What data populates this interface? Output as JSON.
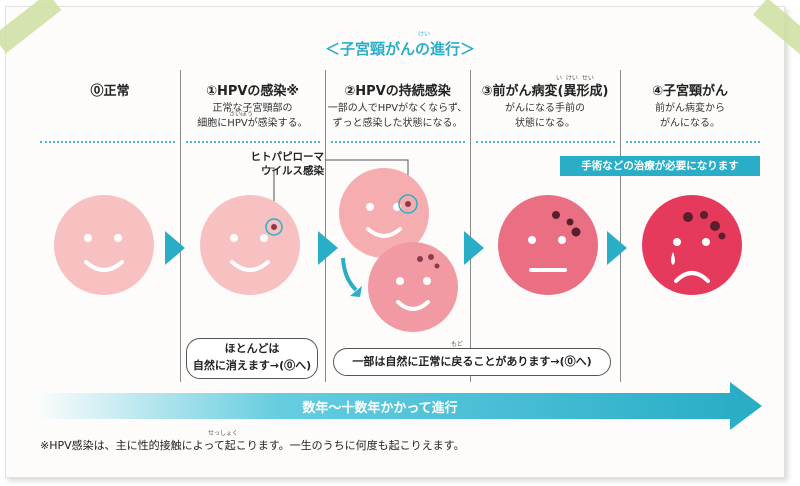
{
  "title": "＜子宮頸がんの進行＞",
  "title_ruby": "けい",
  "stages": [
    {
      "title": "⓪正常",
      "desc": ""
    },
    {
      "title": "①HPVの感染※",
      "desc": "正常な子宮頸部の\n細胞にHPVが感染する。",
      "ruby": "さいぼう"
    },
    {
      "title": "②HPVの持続感染",
      "desc": "一部の人でHPVがなくならず、\nずっと感染した状態になる。"
    },
    {
      "title": "③前がん病変(異形成)",
      "desc": "がんになる手前の\n状態になる。",
      "ruby": "い けい せい"
    },
    {
      "title": "④子宮頸がん",
      "desc": "前がん病変から\nがんになる。"
    }
  ],
  "callout": {
    "virus_label": "ヒトパピローマ\nウイルス感染"
  },
  "banner": {
    "treatment": "手術などの治療が必要になります"
  },
  "bubbles": {
    "left": "ほとんどは\n自然に消えます→(⓪へ)",
    "right": "一部は自然に正常に戻ることがあります→(⓪へ)",
    "right_ruby": "もど"
  },
  "progress_arrow": {
    "label": "数年〜十数年かかって進行"
  },
  "footnote": {
    "text": "※HPV感染は、主に性的接触によって起こります。一生のうちに何度も起こりえます。",
    "ruby": "せっしょく"
  },
  "colors": {
    "accent": "#2aaec8",
    "face_light": "#f7c1c1",
    "face_mid": "#f19aa4",
    "face_dark": "#e9687f",
    "face_cancer": "#e53a5c"
  }
}
